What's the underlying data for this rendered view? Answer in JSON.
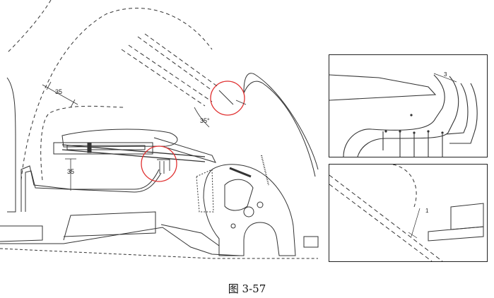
{
  "figure": {
    "caption": "图 3-57"
  },
  "main_view": {
    "dimension_diagonal": "35",
    "dimension_vertical": "35",
    "angle_label": "35°",
    "highlight_color": "#e03030",
    "line_color": "#333333"
  },
  "detail_top": {
    "dimension_label": "3"
  },
  "detail_bottom": {
    "dimension_label": "1"
  }
}
